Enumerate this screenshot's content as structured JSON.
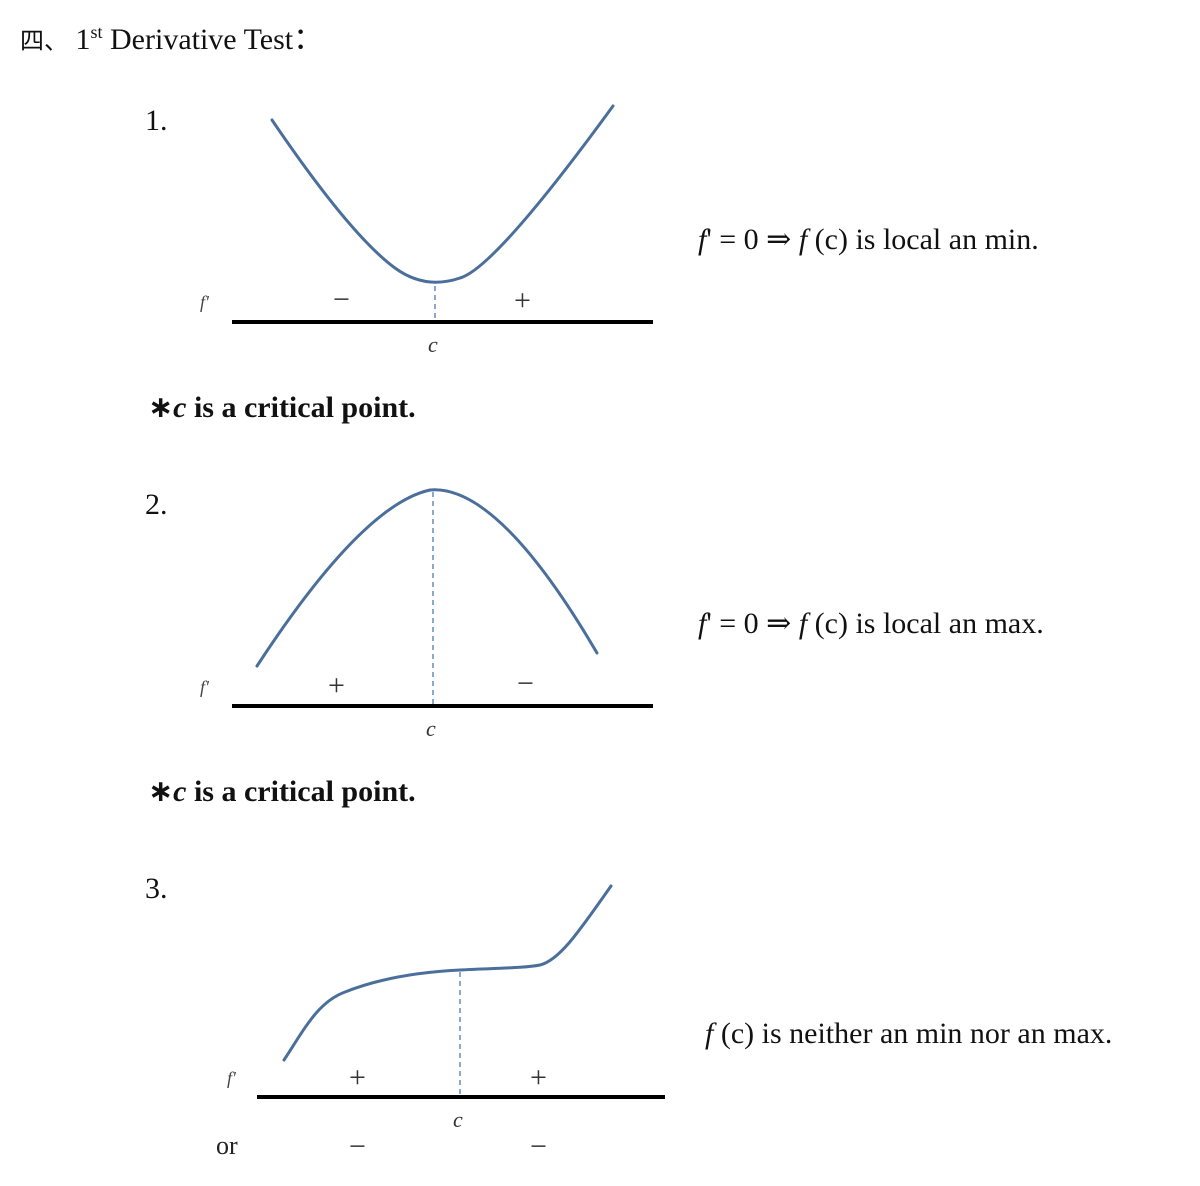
{
  "heading": {
    "prefix": "四",
    "separator": "、",
    "number": "1",
    "ordinal": "st",
    "title": "Derivative Test",
    "colon": "："
  },
  "sections": [
    {
      "number": "1.",
      "left_sign": "−",
      "right_sign": "+",
      "fprime_label": "f'",
      "c_label": "c",
      "equation": {
        "f1": "f",
        "mid": "' = 0 ⇒ ",
        "f2": "f",
        "arg": " (c)",
        "rest": " is local an min."
      },
      "note": {
        "star": "∗",
        "c": "c",
        "text": " is a critical point."
      }
    },
    {
      "number": "2.",
      "left_sign": "+",
      "right_sign": "−",
      "fprime_label": "f'",
      "c_label": "c",
      "equation": {
        "f1": "f",
        "mid": "' = 0 ⇒ ",
        "f2": "f",
        "arg": " (c)",
        "rest": " is local an max."
      },
      "note": {
        "star": "∗",
        "c": "c",
        "text": " is a critical point."
      }
    },
    {
      "number": "3.",
      "left_sign": "+",
      "right_sign": "+",
      "fprime_label": "f'",
      "c_label": "c",
      "or_label": "or",
      "alt_left_sign": "−",
      "alt_right_sign": "−",
      "equation": {
        "f2": "f",
        "arg": " (c)",
        "rest": " is neither an min nor an max."
      }
    }
  ]
}
